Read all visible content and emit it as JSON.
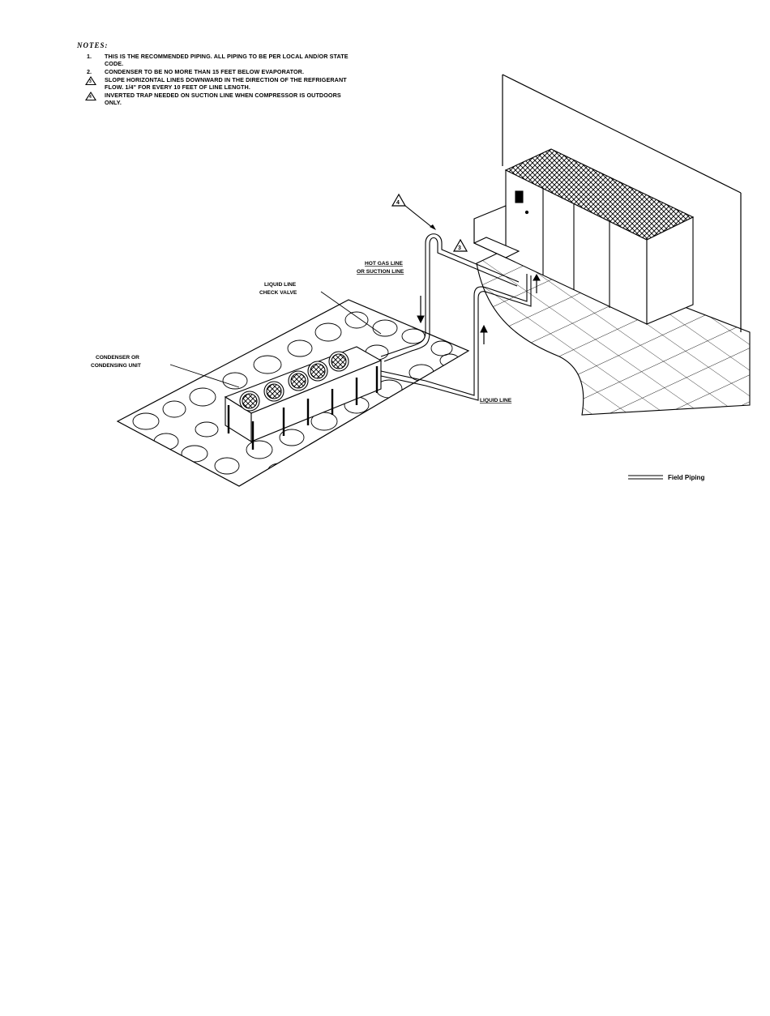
{
  "notes": {
    "header": "NOTES:",
    "items": [
      {
        "marker": "1.",
        "text": "THIS IS THE RECOMMENDED PIPING. ALL PIPING TO BE PER LOCAL AND/OR STATE CODE."
      },
      {
        "marker": "2.",
        "text": "CONDENSER TO BE NO MORE THAN 15 FEET BELOW EVAPORATOR."
      },
      {
        "marker": "3",
        "text": "SLOPE HORIZONTAL LINES DOWNWARD IN THE DIRECTION OF THE REFRIGERANT FLOW. 1/4\" FOR EVERY 10 FEET OF LINE LENGTH."
      },
      {
        "marker": "4",
        "text": "INVERTED TRAP NEEDED ON SUCTION LINE WHEN COMPRESSOR IS OUTDOORS ONLY."
      }
    ]
  },
  "labels": {
    "hot_gas_1": "HOT GAS LINE",
    "hot_gas_2": "OR SUCTION LINE",
    "check_valve_1": "LIQUID LINE",
    "check_valve_2": "CHECK VALVE",
    "condenser_1": "CONDENSER OR",
    "condenser_2": "CONDENSING UNIT",
    "liquid_line": "LIQUID LINE"
  },
  "callouts": {
    "trap_marker": "4",
    "slope_marker": "3"
  },
  "legend": {
    "label": "Field Piping"
  }
}
